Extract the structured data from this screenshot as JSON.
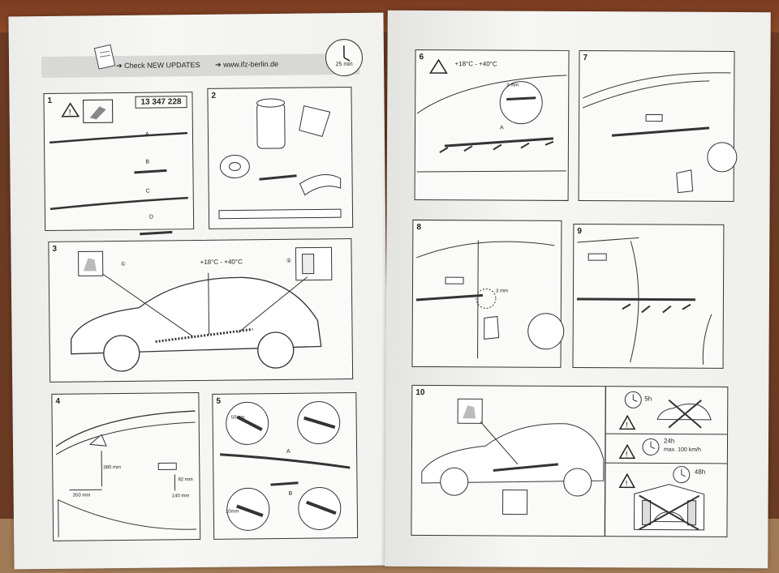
{
  "header": {
    "updates": "➔ Check NEW UPDATES",
    "url": "➔ www.ifz-berlin.de",
    "time": "25 min"
  },
  "step1": {
    "num": "1",
    "part_number": "13 347 228",
    "parts": [
      "A",
      "B",
      "C",
      "D"
    ]
  },
  "step2": {
    "num": "2"
  },
  "step3": {
    "num": "3",
    "temp": "+18°C - +40°C",
    "marks": [
      "①",
      "②"
    ]
  },
  "step4": {
    "num": "4",
    "dims": [
      "380 mm",
      "350 mm",
      "140 mm",
      "92 mm"
    ]
  },
  "step5": {
    "num": "5",
    "dims": [
      "50mm",
      "10mm"
    ],
    "parts": [
      "A",
      "B"
    ]
  },
  "step6": {
    "num": "6",
    "temp": "+18°C - +40°C",
    "gap": "3 mm",
    "part": "A"
  },
  "step7": {
    "num": "7"
  },
  "step8": {
    "num": "8",
    "gap": "3 mm"
  },
  "step9": {
    "num": "9"
  },
  "step10": {
    "num": "10",
    "rules": [
      {
        "time": "5h",
        "note": ""
      },
      {
        "time": "24h",
        "note": "max. 100 km/h"
      },
      {
        "time": "48h",
        "note": ""
      }
    ]
  },
  "colors": {
    "paper": "#f4f4f2",
    "line": "#333333",
    "table": "#6b3a22"
  }
}
